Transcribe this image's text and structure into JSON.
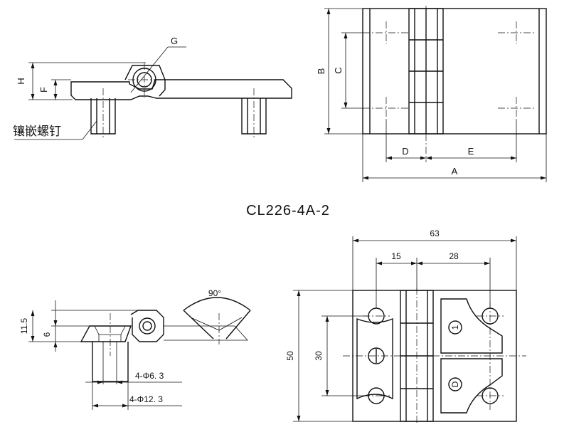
{
  "model_title": "CL226-4A-2",
  "top_side_view": {
    "labels": {
      "g": "G",
      "h": "H",
      "f": "F"
    },
    "callout": "镶嵌螺钉"
  },
  "top_front_view": {
    "labels": {
      "a": "A",
      "b": "B",
      "c": "C",
      "d": "D",
      "e": "E"
    }
  },
  "bottom_side_view": {
    "dims": {
      "overall_height": "11.5",
      "leaf_thickness": "6",
      "angle": "90°",
      "hole_small": "4-Φ6. 3",
      "hole_large": "4-Φ12. 3"
    }
  },
  "bottom_front_view": {
    "dims": {
      "width": "63",
      "hole_offset": "15",
      "hole_spacing_x": "28",
      "height": "50",
      "hole_spacing_y": "30"
    },
    "markers": {
      "marker_1": "1",
      "marker_d": "D"
    }
  }
}
